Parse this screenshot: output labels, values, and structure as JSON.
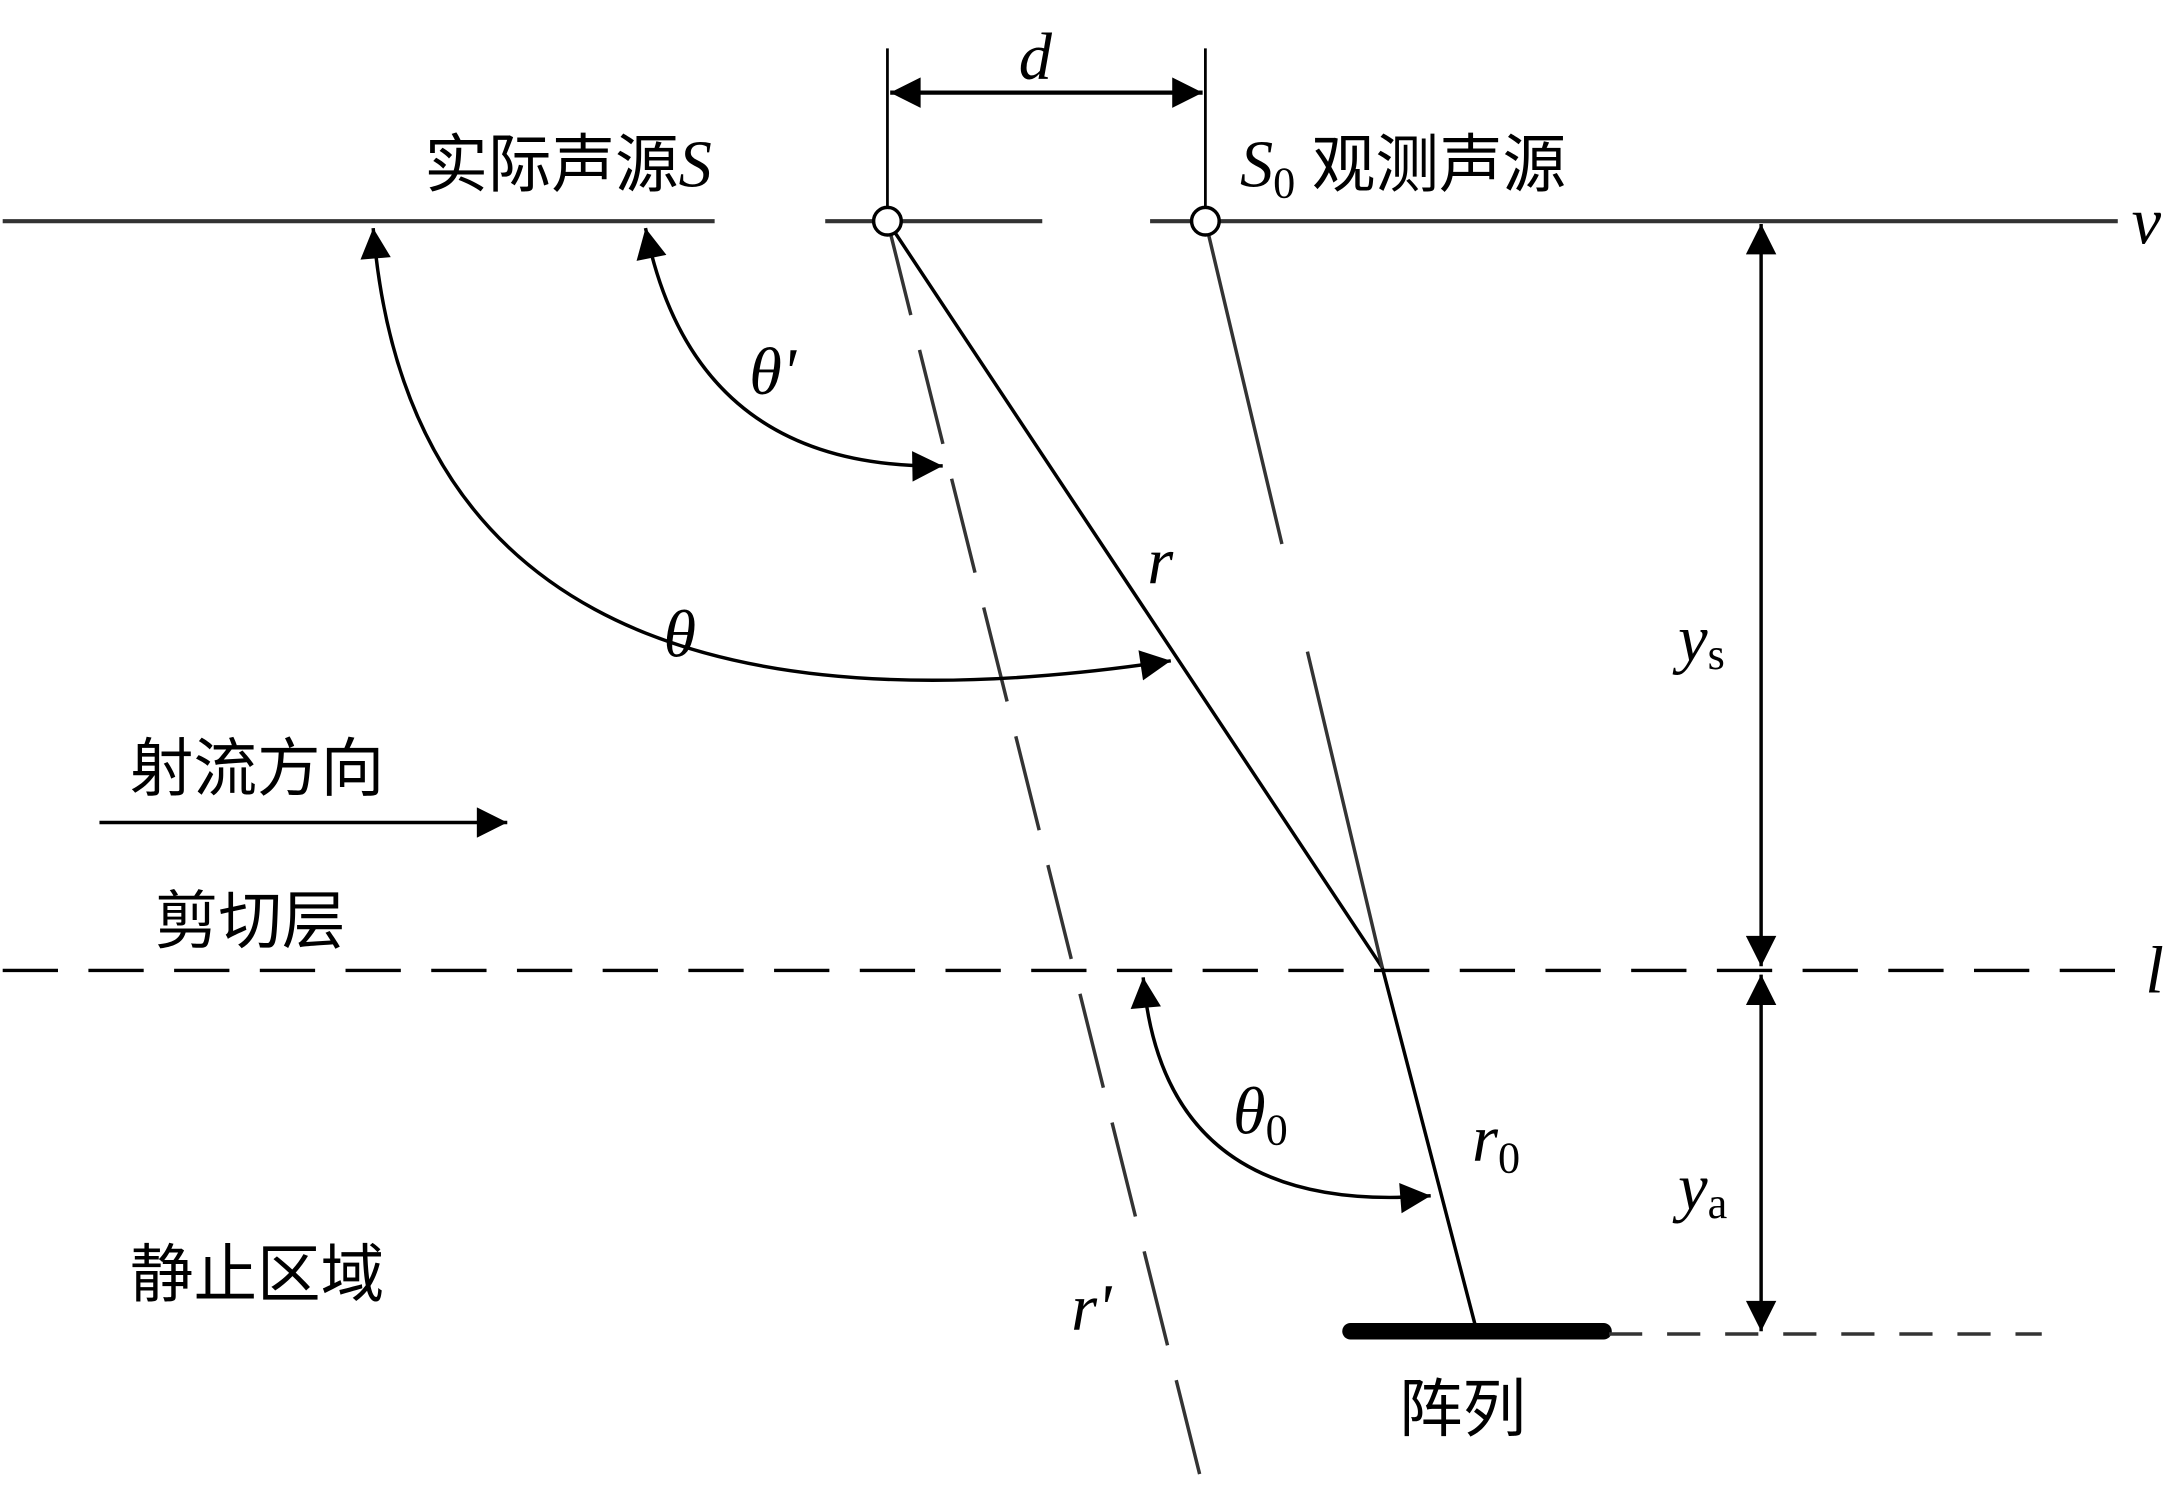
{
  "labels": {
    "actual_source": "实际声源",
    "actual_source_symbol": "S",
    "observed_source_symbol": "S",
    "observed_source_sub": "0",
    "observed_source": "观测声源",
    "distance": "d",
    "velocity": "v",
    "shear_layer_symbol": "l",
    "theta": "θ",
    "theta_prime": "θ'",
    "theta0": "θ",
    "theta0_sub": "0",
    "r": "r",
    "r0": "r",
    "r0_sub": "0",
    "r_prime": "r'",
    "ys": "y",
    "ys_sub": "s",
    "ya": "y",
    "ya_sub": "a",
    "jet_direction": "射流方向",
    "shear_layer": "剪切层",
    "quiet_zone": "静止区域",
    "array": "阵列"
  }
}
